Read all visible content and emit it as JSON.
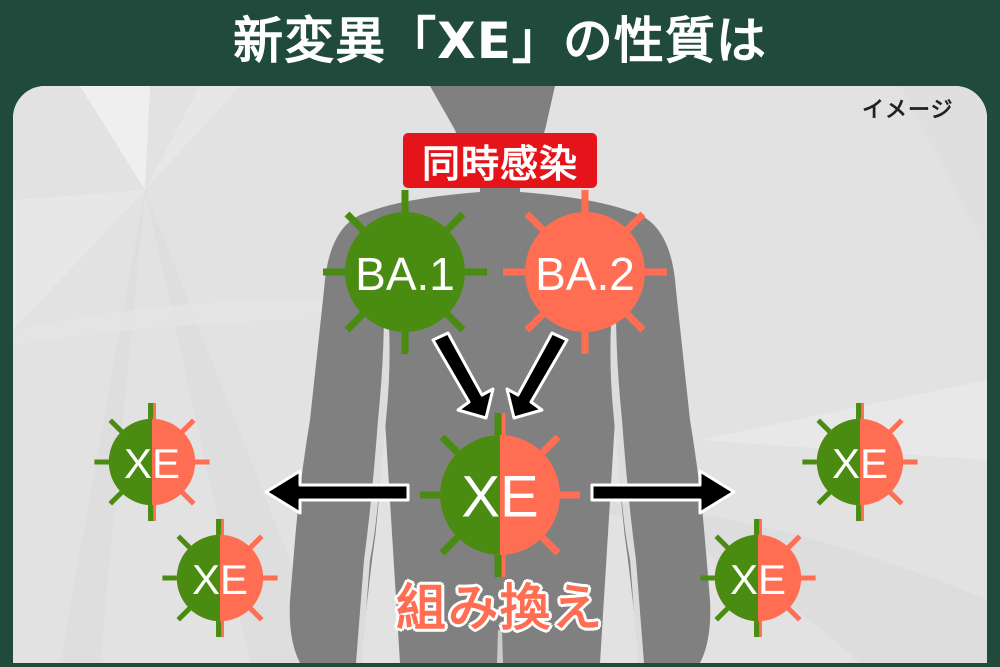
{
  "header": {
    "title": "新変異「XE」の性質は"
  },
  "panel": {
    "image_label": "イメージ",
    "badge": "同時感染",
    "recombination_label": "組み換え"
  },
  "viruses": {
    "parent_1": {
      "label": "BA.1",
      "color": "#4a8c12"
    },
    "parent_2": {
      "label": "BA.2",
      "color": "#ff6e52"
    },
    "recombinant": {
      "label": "XE",
      "colors": [
        "#4a8c12",
        "#ff6e52"
      ]
    },
    "spread": [
      {
        "label": "XE"
      },
      {
        "label": "XE"
      },
      {
        "label": "XE"
      },
      {
        "label": "XE"
      }
    ]
  },
  "colors": {
    "header_bg": "#1f4a3c",
    "panel_bg": "#e3e3e3",
    "silhouette": "#808080",
    "badge_bg": "#e5141b",
    "green": "#4a8c12",
    "salmon": "#ff6e52"
  }
}
